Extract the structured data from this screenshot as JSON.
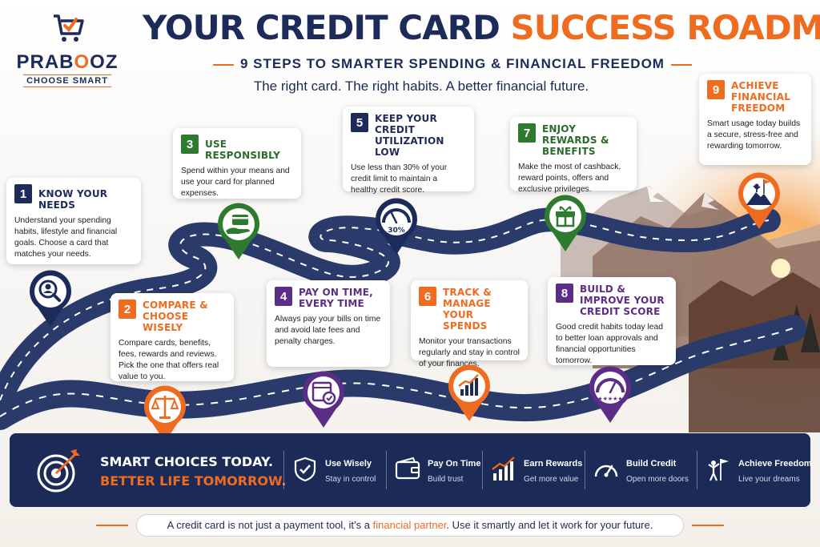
{
  "brand": {
    "name_pre": "PRAB",
    "name_o": "O",
    "name_post": "OZ",
    "tagline": "CHOOSE SMART"
  },
  "header": {
    "title_part1": "YOUR CREDIT CARD",
    "title_part2": "SUCCESS ROADMAP",
    "subtitle": "9 STEPS TO SMARTER SPENDING & FINANCIAL FREEDOM",
    "tagline": "The right card. The right habits. A better financial future."
  },
  "steps": [
    {
      "num": "1",
      "title": "KNOW YOUR NEEDS",
      "body": "Understand your spending habits, lifestyle and financial goals. Choose a card that matches your needs.",
      "icon": "search-person-icon"
    },
    {
      "num": "2",
      "title": "COMPARE & CHOOSE WISELY",
      "body": "Compare cards, benefits, fees, rewards and reviews. Pick the one that offers real value to you.",
      "icon": "balance-scale-icon"
    },
    {
      "num": "3",
      "title": "USE RESPONSIBLY",
      "body": "Spend within your means and use your card for planned expenses.",
      "icon": "card-in-hand-icon"
    },
    {
      "num": "4",
      "title": "PAY ON TIME, EVERY TIME",
      "body": "Always pay your bills on time and avoid late fees and penalty charges.",
      "icon": "calendar-check-icon"
    },
    {
      "num": "5",
      "title": "KEEP YOUR CREDIT UTILIZATION LOW",
      "body": "Use less than 30% of your credit limit to maintain a healthy credit score.",
      "icon": "gauge-icon",
      "gauge_label": "30%"
    },
    {
      "num": "6",
      "title": "TRACK & MANAGE YOUR SPENDS",
      "body": "Monitor your transactions regularly and stay in control of your finances.",
      "icon": "growth-chart-icon"
    },
    {
      "num": "7",
      "title": "ENJOY REWARDS & BENEFITS",
      "body": "Make the most of cashback, reward points, offers and exclusive privileges.",
      "icon": "gift-icon"
    },
    {
      "num": "8",
      "title": "BUILD & IMPROVE YOUR CREDIT SCORE",
      "body": "Good credit habits today lead to better loan approvals and financial opportunities tomorrow.",
      "icon": "score-meter-icon",
      "meter_label": "★★★★★"
    },
    {
      "num": "9",
      "title": "ACHIEVE FINANCIAL FREEDOM",
      "body": "Smart usage today builds a secure, stress-free and rewarding tomorrow.",
      "icon": "summit-flag-icon"
    }
  ],
  "banner": {
    "slogan_line1": "SMART CHOICES TODAY.",
    "slogan_line2": "BETTER LIFE TOMORROW.",
    "items": [
      {
        "title": "Use Wisely",
        "sub": "Stay in control",
        "icon": "shield-check-icon"
      },
      {
        "title": "Pay On Time",
        "sub": "Build trust",
        "icon": "wallet-icon"
      },
      {
        "title": "Earn Rewards",
        "sub": "Get more value",
        "icon": "bar-growth-icon"
      },
      {
        "title": "Build Credit",
        "sub": "Open more doors",
        "icon": "speedometer-icon"
      },
      {
        "title": "Achieve Freedom",
        "sub": "Live your dreams",
        "icon": "person-flag-icon"
      }
    ]
  },
  "footer": {
    "text_before": "A credit card is not just a payment tool, it’s a ",
    "highlight": "financial partner",
    "text_after": ". Use it smartly and let it work for your future."
  },
  "colors": {
    "navy": "#1d2b5a",
    "orange": "#ef6b1f",
    "green": "#2e7a2e",
    "purple": "#5b2d86",
    "road": "#2a3a6a"
  }
}
